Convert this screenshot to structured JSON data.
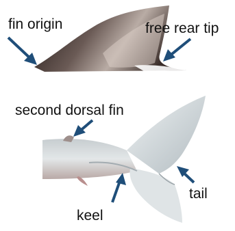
{
  "labels": {
    "fin_origin": "fin origin",
    "free_rear_tip": "free rear tip",
    "second_dorsal_fin": "second dorsal fin",
    "keel": "keel",
    "tail": "tail"
  },
  "colors": {
    "arrow": "#1f4e79",
    "fin_dark": "#2b1f1c",
    "fin_highlight": "#c9beb6",
    "tail_light": "#d9dee0",
    "tail_shadow": "#a9b1b6"
  }
}
